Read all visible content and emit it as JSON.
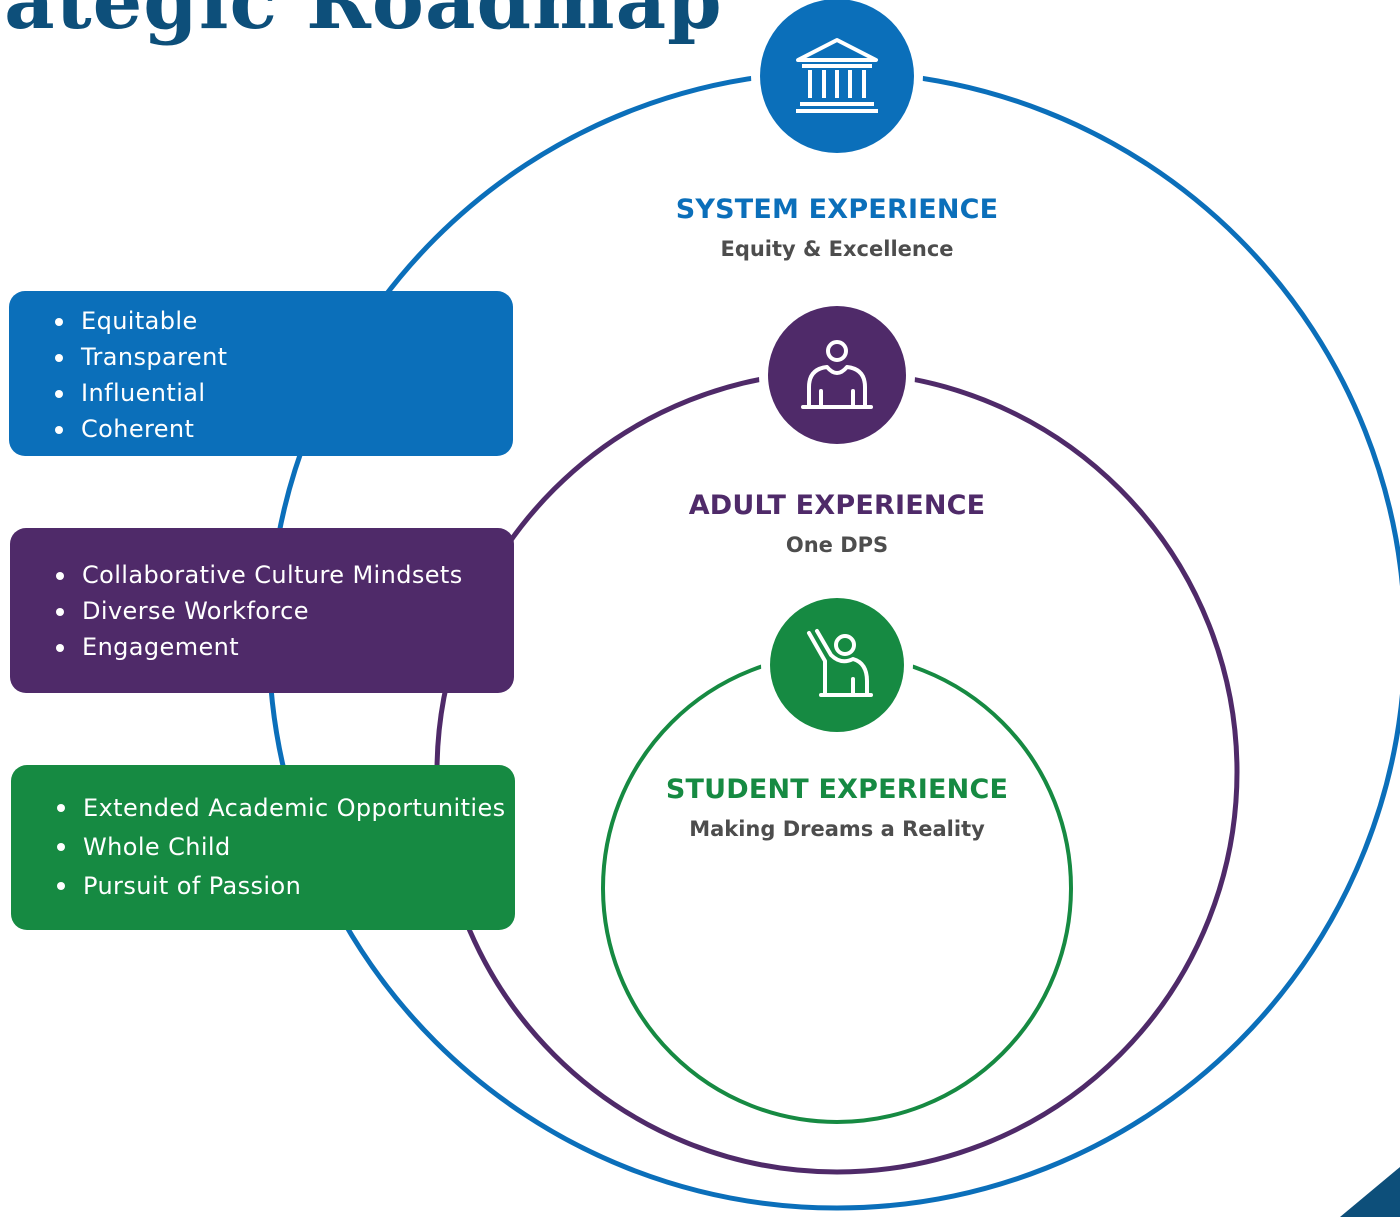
{
  "title": "rategic Roadmap",
  "colors": {
    "system": "#0b6fba",
    "adult": "#4f2a69",
    "student": "#168a42",
    "title": "#0d4f7a",
    "subtitle": "#4d4d4d"
  },
  "rings": {
    "system": {
      "icon": "bank-building-icon",
      "title": "SYSTEM EXPERIENCE",
      "subtitle": "Equity & Excellence"
    },
    "adult": {
      "icon": "adult-person-icon",
      "title": "ADULT EXPERIENCE",
      "subtitle": "One DPS"
    },
    "student": {
      "icon": "student-raising-hand-icon",
      "title": "STUDENT EXPERIENCE",
      "subtitle": "Making Dreams a Reality"
    }
  },
  "cards": {
    "system": {
      "items": [
        "Equitable",
        "Transparent",
        "Influential",
        "Coherent"
      ]
    },
    "adult": {
      "items": [
        "Collaborative Culture Mindsets",
        "Diverse Workforce",
        "Engagement"
      ]
    },
    "student": {
      "items": [
        "Extended Academic Opportunities",
        "Whole Child",
        "Pursuit of Passion"
      ]
    }
  }
}
